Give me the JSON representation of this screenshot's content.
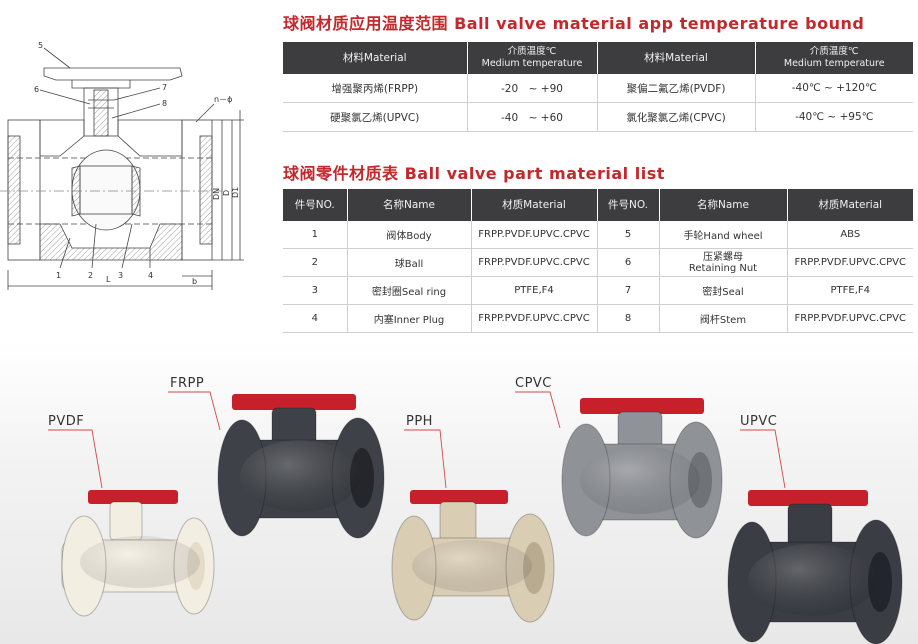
{
  "temperature_section": {
    "title": "球阀材质应用温度范围 Ball valve material app temperature bound",
    "headers": [
      {
        "cn": "材料Material",
        "en": ""
      },
      {
        "cn": "介质温度℃",
        "en": "Medium temperature"
      },
      {
        "cn": "材料Material",
        "en": ""
      },
      {
        "cn": "介质温度℃",
        "en": "Medium temperature"
      }
    ],
    "rows": [
      [
        "增强聚丙烯(FRPP)",
        "-20　~ +90",
        "聚偏二氟乙烯(PVDF)",
        "-40℃ ~ +120℃"
      ],
      [
        "硬聚氯乙烯(UPVC)",
        "-40　~ +60",
        "氯化聚氯乙烯(CPVC)",
        "-40℃ ~ +95℃"
      ]
    ]
  },
  "parts_section": {
    "title": "球阀零件材质表 Ball valve part material list",
    "headers": [
      "件号NO.",
      "名称Name",
      "材质Material",
      "件号NO.",
      "名称Name",
      "材质Material"
    ],
    "rows": [
      {
        "no1": "1",
        "name1": "阀体Body",
        "mat1": "FRPP.PVDF.UPVC.CPVC",
        "no2": "5",
        "name2": "手轮Hand wheel",
        "name2b": "",
        "mat2": "ABS"
      },
      {
        "no1": "2",
        "name1": "球Ball",
        "mat1": "FRPP.PVDF.UPVC.CPVC",
        "no2": "6",
        "name2": "压紧螺母",
        "name2b": "Retaining Nut",
        "mat2": "FRPP.PVDF.UPVC.CPVC"
      },
      {
        "no1": "3",
        "name1": "密封圈Seal ring",
        "mat1": "PTFE,F4",
        "no2": "7",
        "name2": "密封Seal",
        "name2b": "",
        "mat2": "PTFE,F4"
      },
      {
        "no1": "4",
        "name1": "内塞Inner Plug",
        "mat1": "FRPP.PVDF.UPVC.CPVC",
        "no2": "8",
        "name2": "阀杆Stem",
        "name2b": "",
        "mat2": "FRPP.PVDF.UPVC.CPVC"
      }
    ]
  },
  "diagram": {
    "callouts": [
      "5",
      "6",
      "7",
      "8",
      "1",
      "2",
      "3",
      "4"
    ],
    "dims": {
      "L": "L",
      "D": "D",
      "D1": "D1",
      "DN": "DN",
      "b": "b",
      "n_phi": "n－ϕ"
    }
  },
  "products": [
    {
      "label": "PVDF",
      "body_color": "#f3eee2",
      "handle_color": "#c8202a"
    },
    {
      "label": "FRPP",
      "body_color": "#3e4147",
      "handle_color": "#c8202a"
    },
    {
      "label": "PPH",
      "body_color": "#d9cdb4",
      "handle_color": "#c8202a"
    },
    {
      "label": "CPVC",
      "body_color": "#8f9297",
      "handle_color": "#c8202a"
    },
    {
      "label": "UPVC",
      "body_color": "#3a3d44",
      "handle_color": "#c8202a"
    }
  ],
  "colors": {
    "title_red": "#c4282c",
    "header_dark": "#3d3d40",
    "leader_red": "#d24a4a"
  }
}
